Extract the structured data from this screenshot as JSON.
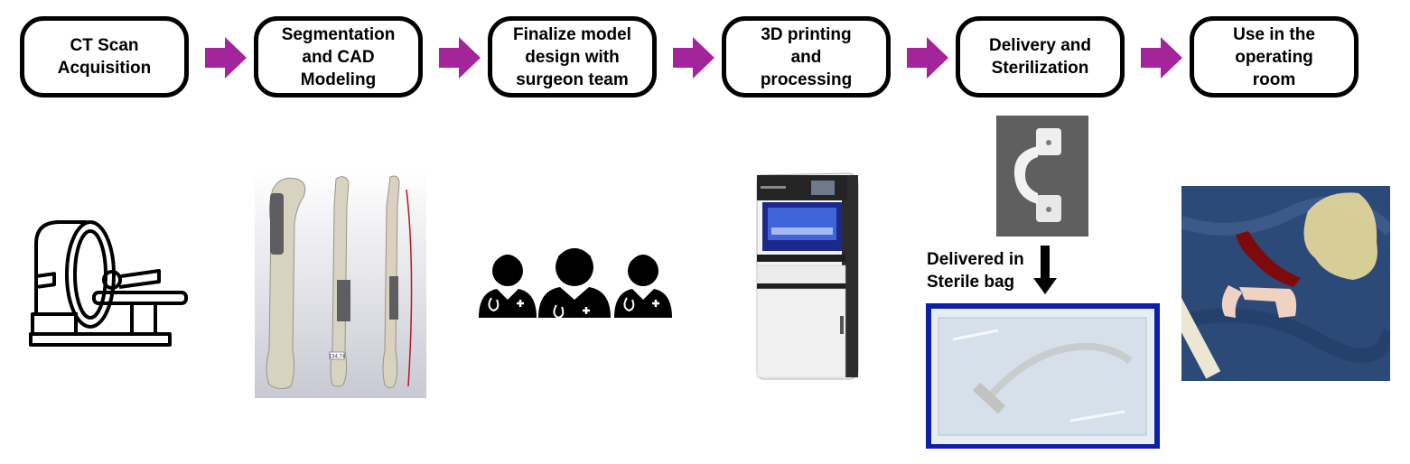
{
  "steps": [
    {
      "label": "CT Scan\nAcquisition"
    },
    {
      "label": "Segmentation\nand CAD\nModeling"
    },
    {
      "label": "Finalize model\ndesign with\nsurgeon team"
    },
    {
      "label": "3D printing\nand\nprocessing"
    },
    {
      "label": "Delivery and\nSterilization"
    },
    {
      "label": "Use in the\noperating\nroom"
    }
  ],
  "delivery_note": "Delivered in\nSterile bag",
  "ruler_value": "134.74",
  "colors": {
    "arrow": "#a4249b",
    "outline": "#000000"
  },
  "icons": [
    "ct-scanner-icon",
    "bone-model-image",
    "surgeon-team-icon",
    "3d-printer-image",
    "printed-part-image",
    "sterile-bag-image",
    "operating-room-image"
  ]
}
